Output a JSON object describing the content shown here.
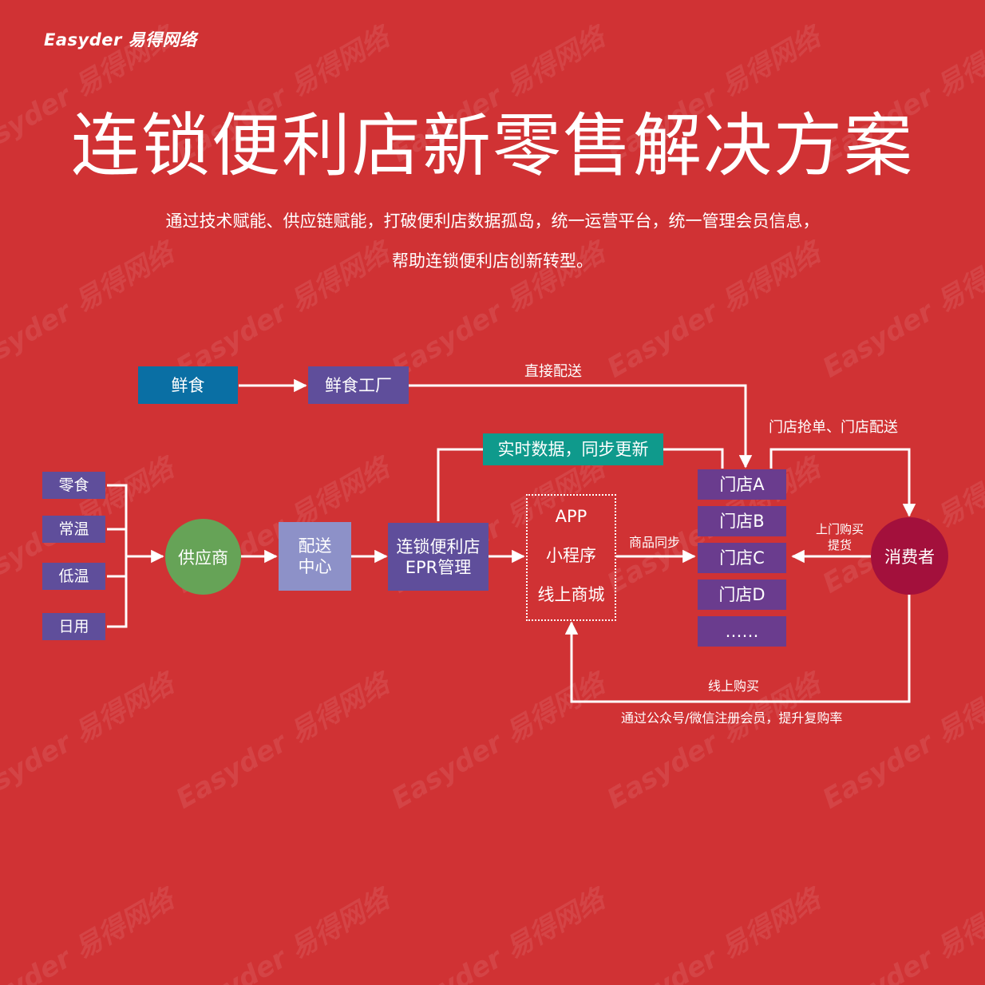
{
  "header": {
    "logo": "Easyder 易得网络",
    "title": "连锁便利店新零售解决方案",
    "subtitle_line1": "通过技术赋能、供应链赋能，打破便利店数据孤岛，统一运营平台，统一管理会员信息，",
    "subtitle_line2": "帮助连锁便利店创新转型。"
  },
  "watermark": {
    "text": "Easyder 易得网络"
  },
  "diagram": {
    "fresh_food": "鲜食",
    "fresh_factory": "鲜食工厂",
    "direct_delivery": "直接配送",
    "categories": [
      "零食",
      "常温",
      "低温",
      "日用"
    ],
    "supplier": "供应商",
    "distribution_center": "配送中心",
    "erp_line1": "连锁便利店",
    "erp_line2": "EPR管理",
    "realtime_data": "实时数据，同步更新",
    "channels": [
      "APP",
      "小程序",
      "线上商城"
    ],
    "goods_sync": "商品同步",
    "stores": [
      "门店A",
      "门店B",
      "门店C",
      "门店D",
      "……"
    ],
    "store_grab_delivery": "门店抢单、门店配送",
    "consumer": "消费者",
    "visit_buy": "上门购买",
    "pickup": "提货",
    "online_buy": "线上购买",
    "membership_note": "通过公众号/微信注册会员，提升复购率"
  },
  "colors": {
    "background": "#d03234",
    "category_box": "#5f4e9b",
    "fresh_box": "#0a6fa4",
    "supplier_circle": "#66a357",
    "distribution_box": "#8d91c8",
    "erp_box": "#5f4e9b",
    "realtime_tag": "#0f9a8c",
    "store_box": "#6a3c8e",
    "consumer_circle": "#a3103c",
    "line": "#ffffff"
  }
}
